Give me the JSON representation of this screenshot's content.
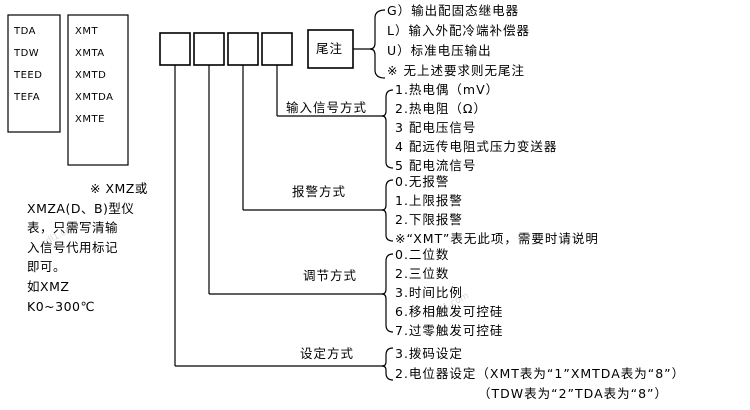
{
  "models_left": [
    "TDA",
    "TDW",
    "TEED",
    "TEFA"
  ],
  "models_right": [
    "XMT",
    "XMTA",
    "XMTD",
    "XMTDA",
    "XMTE"
  ],
  "suffix_label": "尾注",
  "suffix_options": [
    "G）输出配固态继电器",
    "L）输入外配冷端补偿器",
    "U）标准电压输出",
    "※ 无上述要求则无尾注"
  ],
  "input_signal": {
    "label": "输入信号方式",
    "options": [
      "1.热电偶（mV）",
      "2.热电阻（Ω）",
      "3 配电压信号",
      "4 配远传电阻式压力变送器",
      "5 配电流信号"
    ]
  },
  "alarm": {
    "label": "报警方式",
    "options": [
      "0.无报警",
      "1.上限报警",
      "2.下限报警",
      "※“XMT”表无此项，需要时请说明"
    ]
  },
  "regulation": {
    "label": "调节方式",
    "options": [
      "0.二位数",
      "2.三位数",
      "3.时间比例",
      "6.移相触发可控硅",
      "7.过零触发可控硅"
    ]
  },
  "setting": {
    "label": "设定方式",
    "options": [
      "3.拨码设定",
      "2.电位器设定（XMT表为“1”XMTDA表为“8”）",
      "（TDW表为“2”TDA表为“8”）"
    ]
  },
  "note_lines": [
    "※ XMZ或",
    "XMZA(D、B)型仪",
    "表，只需写清输",
    "入信号代用标记",
    "即可。",
    "如XMZ",
    "K0~300℃"
  ]
}
